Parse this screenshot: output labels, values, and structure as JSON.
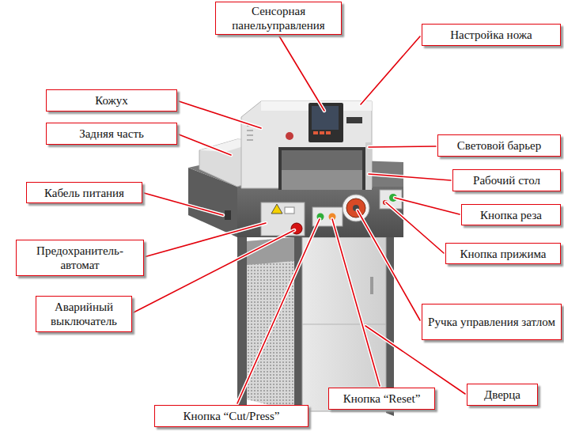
{
  "diagram": {
    "nodes": [
      {
        "text": [
          "Сенсорная панельуправления"
        ]
      },
      {
        "text": [
          "Настройка ножа"
        ]
      },
      {
        "text": [
          "Кожух"
        ]
      },
      {
        "text": [
          "Задняя часть"
        ]
      },
      {
        "text": [
          "Световой барьер"
        ]
      },
      {
        "text": [
          "Рабочий стол"
        ]
      },
      {
        "text": [
          "Кабель питания"
        ]
      },
      {
        "text": [
          "Кнопка реза"
        ]
      },
      {
        "text": [
          "Предохранитель-автомат"
        ]
      },
      {
        "text": [
          "Кнопка прижима"
        ]
      },
      {
        "text": [
          "Аварийный выключатель"
        ]
      },
      {
        "text": [
          "Ручка управления затлом"
        ]
      },
      {
        "text": [
          "Кнопка “Reset”"
        ]
      },
      {
        "text": [
          "Дверца"
        ]
      },
      {
        "text": [
          "Кнопка “Cut/Press”"
        ]
      }
    ]
  }
}
